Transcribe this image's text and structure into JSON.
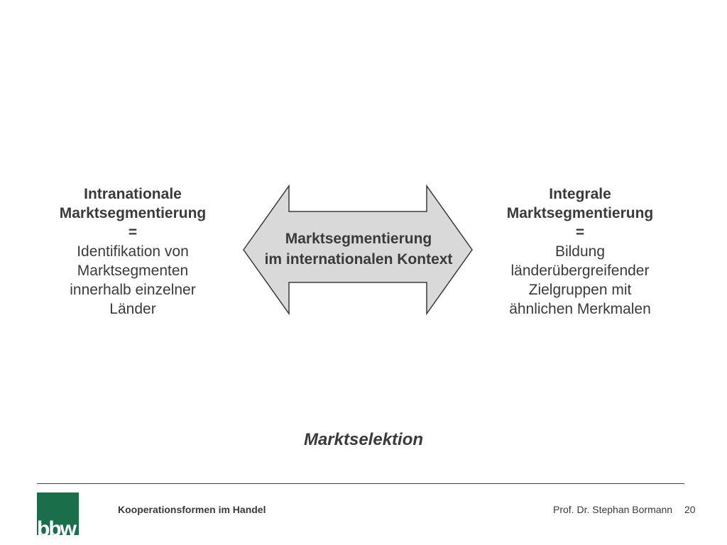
{
  "left_block": {
    "title_1": "Intranationale",
    "title_2": "Marktsegmentierung",
    "equals": "=",
    "desc_1": "Identifikation von",
    "desc_2": "Marktsegmenten",
    "desc_3": "innerhalb einzelner",
    "desc_4": "Länder"
  },
  "center_arrow": {
    "line_1": "Marktsegmentierung",
    "line_2": "im internationalen Kontext",
    "fill_color": "#d9d9d9",
    "stroke_color": "#3a3a3a"
  },
  "right_block": {
    "title_1": "Integrale",
    "title_2": "Marktsegmentierung",
    "equals": "=",
    "desc_1": "Bildung",
    "desc_2": "länderübergreifender",
    "desc_3": "Zielgruppen mit",
    "desc_4": "ähnlichen Merkmalen"
  },
  "bottom_title": "Marktselektion",
  "footer": {
    "logo_text": "bbw",
    "logo_color": "#1a6e4a",
    "course": "Kooperationsformen im Handel",
    "author": "Prof. Dr. Stephan Bormann",
    "page_number": "20"
  }
}
